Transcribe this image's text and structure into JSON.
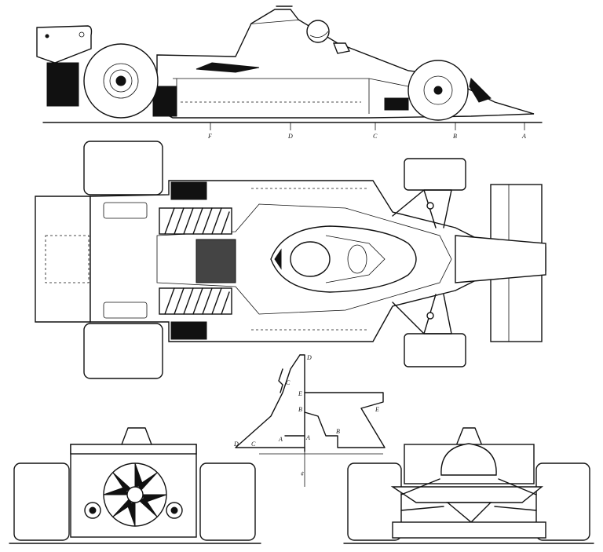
{
  "side_view": {
    "station_labels": [
      "F",
      "D",
      "C",
      "B",
      "A"
    ]
  },
  "section_view": {
    "labels": {
      "top": "D",
      "upper_c": "C",
      "e_axis": "E",
      "b_axis": "B",
      "a_axis": "A",
      "e_right": "E",
      "b_right": "B",
      "bottom_d": "D",
      "bottom_c": "C",
      "bottom_a": "A",
      "centerline": "¢"
    }
  }
}
